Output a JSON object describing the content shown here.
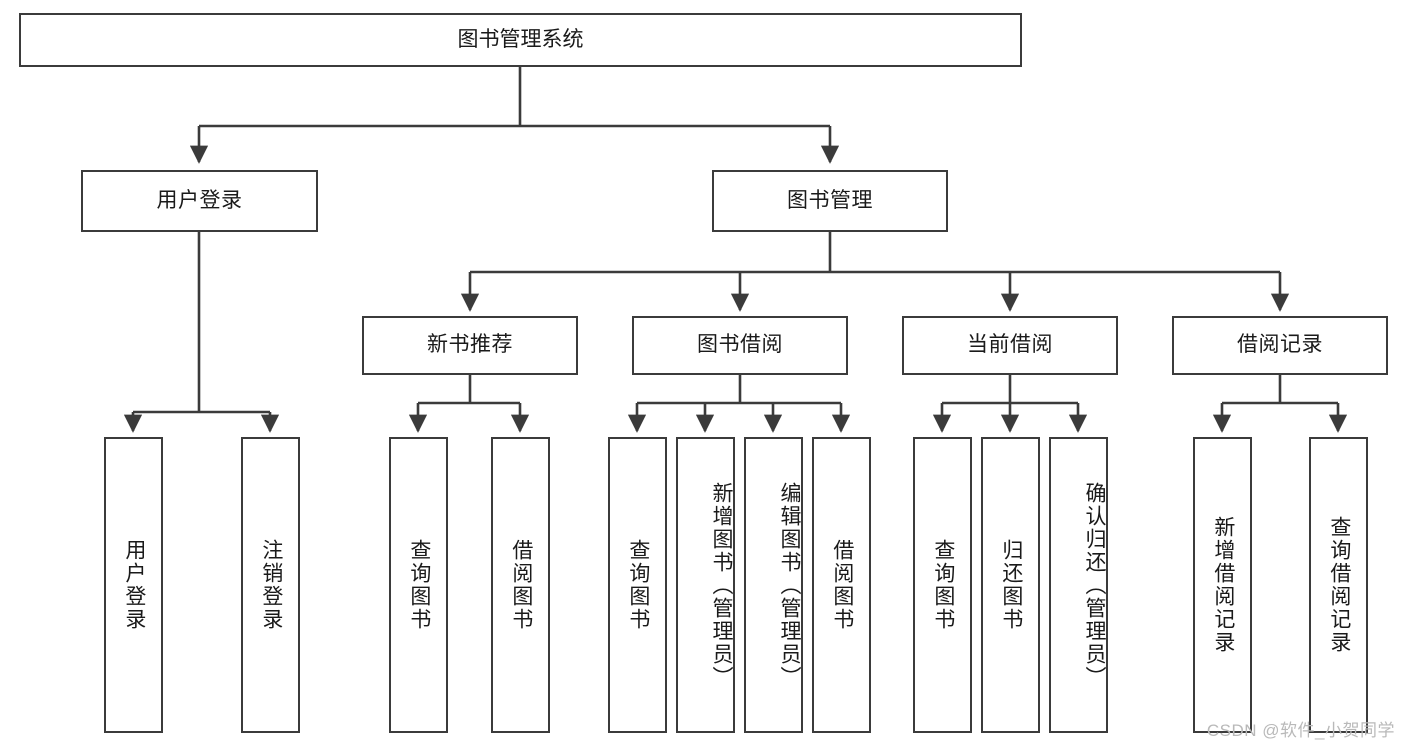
{
  "diagram": {
    "title": "图书管理系统",
    "type": "hierarchy-tree",
    "root": {
      "label": "图书管理系统"
    },
    "level2": [
      {
        "label": "用户登录"
      },
      {
        "label": "图书管理"
      }
    ],
    "level3": [
      {
        "label": "新书推荐"
      },
      {
        "label": "图书借阅"
      },
      {
        "label": "当前借阅"
      },
      {
        "label": "借阅记录"
      }
    ],
    "leaves": {
      "user_login": [
        {
          "label": "用户登录"
        },
        {
          "label": "注销登录"
        }
      ],
      "new_book_recommend": [
        {
          "label": "查询图书"
        },
        {
          "label": "借阅图书"
        }
      ],
      "book_borrow": [
        {
          "label": "查询图书"
        },
        {
          "label": "新增图书（管理员）"
        },
        {
          "label": "编辑图书（管理员）"
        },
        {
          "label": "借阅图书"
        }
      ],
      "current_borrow": [
        {
          "label": "查询图书"
        },
        {
          "label": "归还图书"
        },
        {
          "label": "确认归还（管理员）"
        }
      ],
      "borrow_record": [
        {
          "label": "新增借阅记录"
        },
        {
          "label": "查询借阅记录"
        }
      ]
    }
  },
  "watermark": {
    "text": "CSDN @软件_小贺同学"
  },
  "colors": {
    "border": "#3b3b3b",
    "text": "#1a1a1a",
    "background": "#ffffff",
    "watermark": "#b9b9b9"
  }
}
